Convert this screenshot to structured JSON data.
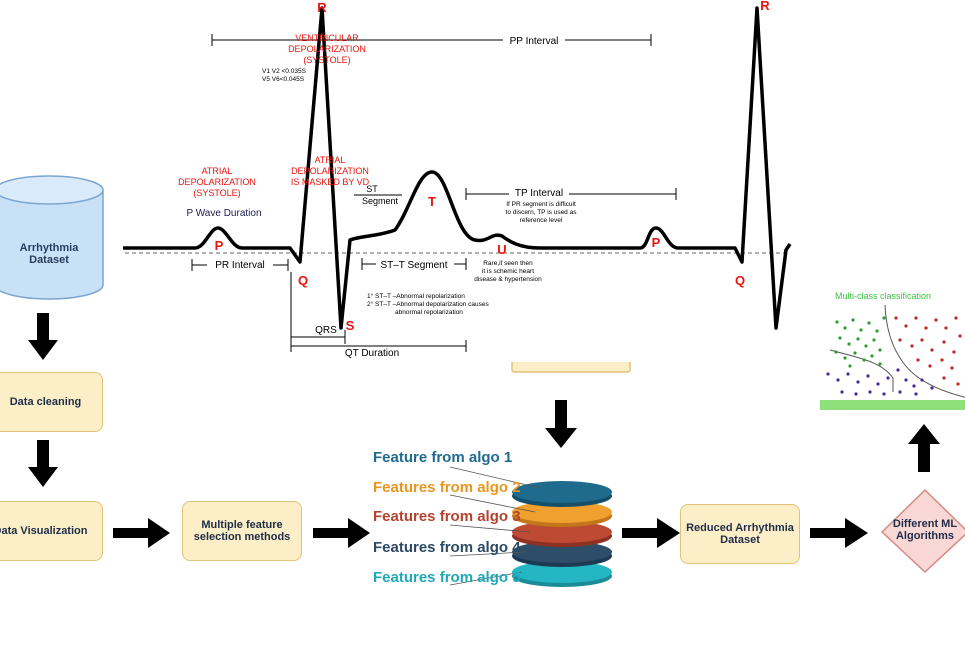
{
  "ecg": {
    "peaks": {
      "r1": "R",
      "r2": "R",
      "p1": "P",
      "p2": "P",
      "q1": "Q",
      "q2": "Q",
      "s": "S",
      "t": "T",
      "u": "U"
    },
    "pp_interval": "PP Interval",
    "ventricular": [
      "VENTRICULAR",
      "DEPOLARIZATION",
      "(SYSTOLE)"
    ],
    "v_leads": [
      "V1 V2 <0.035S",
      "V5 V6<0.045S"
    ],
    "atrial": [
      "ATRIAL",
      "DEPOLARIZATION",
      "(SYSTOLE)"
    ],
    "masked": [
      "ATRIAL",
      "DEPOLARIZATION",
      "IS MASKED BY VD"
    ],
    "p_wave_duration": "P Wave Duration",
    "st_segment": [
      "ST",
      "Segment"
    ],
    "tp_interval": "TP Interval",
    "tp_note": [
      "If PR segment is difficult",
      "to discern, TP is used as",
      "reference level"
    ],
    "pr_interval": "PR Interval",
    "st_t_segment": "ST–T Segment",
    "u_note": [
      "Rare,if seen then",
      "it is schemic heart",
      "disease & hypertension"
    ],
    "st_t_notes": [
      "1° ST–T –Abnormal repolarization",
      "2° ST–T –Abnormal depolarization causes",
      "abnormal repolarization"
    ],
    "qrs": "QRS",
    "qt_duration": "QT Duration"
  },
  "flow": {
    "dataset": "Arrhythmia Dataset",
    "cleaning": "Data cleaning",
    "visualization": "Data Visualization",
    "feature_selection": "Multiple feature selection methods",
    "reduced": "Reduced Arrhythmia Dataset",
    "ml": "Different ML Algorithms",
    "multiclass": "Multi-class classification"
  },
  "features": [
    {
      "label": "Feature from algo 1",
      "color": "#1f6b8e"
    },
    {
      "label": "Features from algo 2",
      "color": "#e8961e"
    },
    {
      "label": "Features from algo 3",
      "color": "#b4432e"
    },
    {
      "label": "Features from algo 4",
      "color": "#2c4a63"
    },
    {
      "label": "Features from algo 5",
      "color": "#1fa8b8"
    }
  ],
  "colors": {
    "box_fill": "#fcefc7",
    "box_border": "#e3c27a",
    "red": "#e8150e",
    "diamond": "#f8d7d4"
  }
}
